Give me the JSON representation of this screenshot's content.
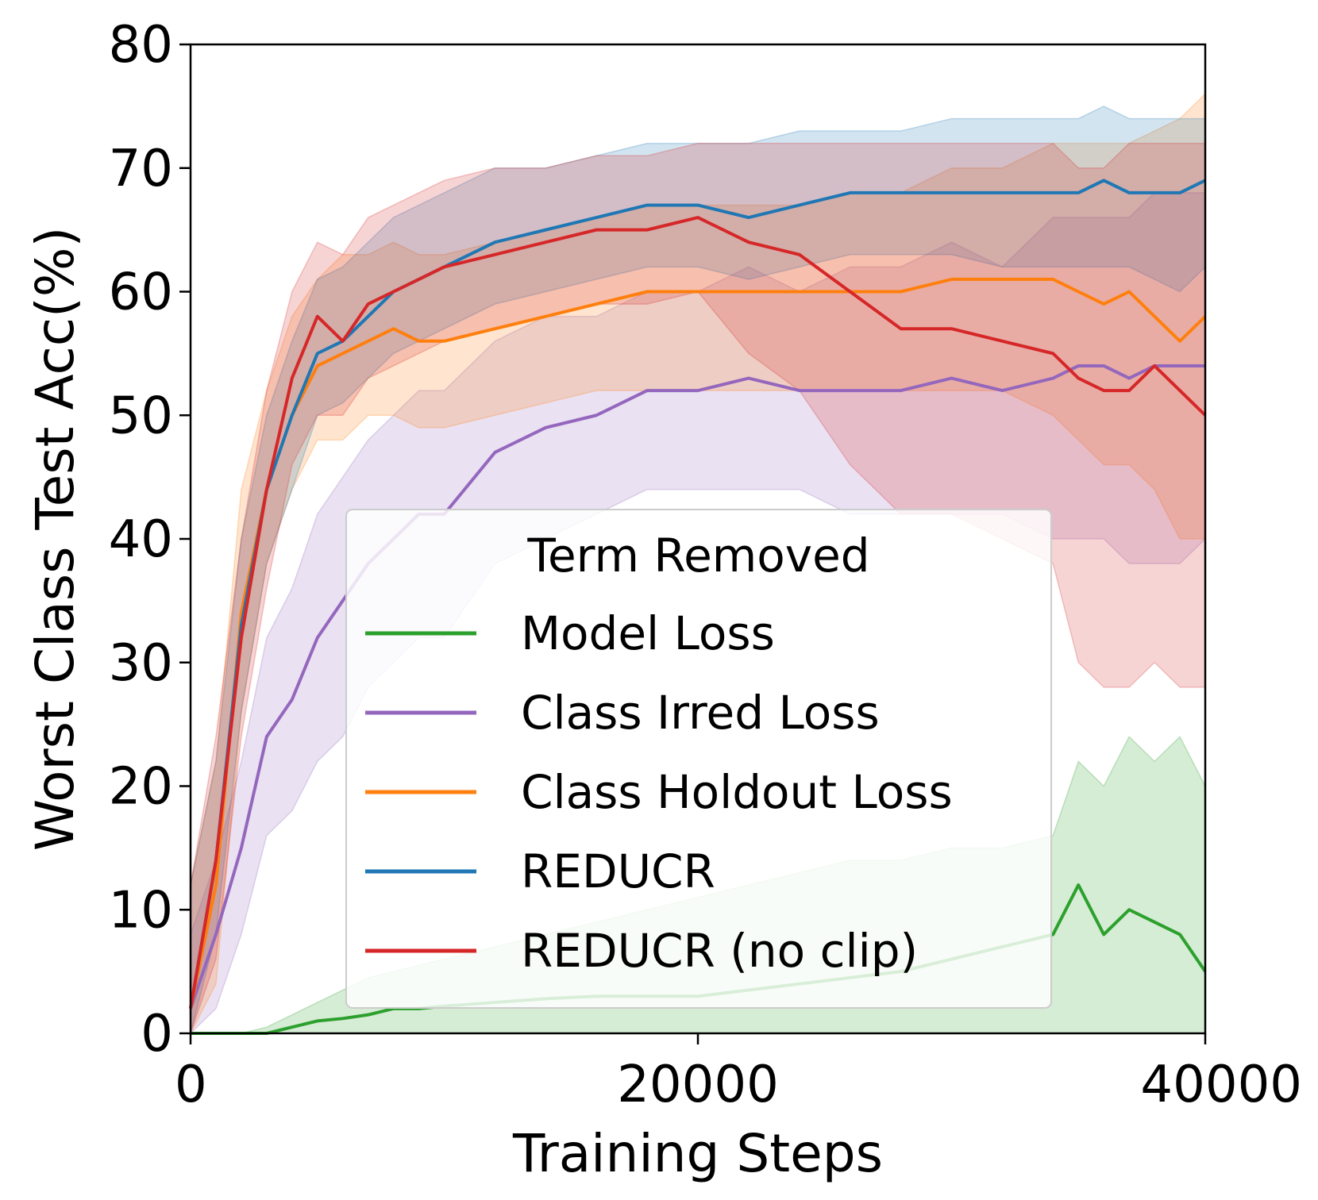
{
  "chart_data": {
    "type": "line",
    "title": "",
    "xlabel": "Training Steps",
    "ylabel": "Worst Class Test Acc(%)",
    "xlim": [
      0,
      40000
    ],
    "ylim": [
      0,
      80
    ],
    "xticks": [
      0,
      20000,
      40000
    ],
    "yticks": [
      0,
      10,
      20,
      30,
      40,
      50,
      60,
      70,
      80
    ],
    "grid": false,
    "shaded_bands": true,
    "legend": {
      "title": "Term Removed",
      "placement": "center"
    },
    "x": [
      0,
      1000,
      2000,
      3000,
      4000,
      5000,
      6000,
      7000,
      8000,
      9000,
      10000,
      12000,
      14000,
      16000,
      18000,
      20000,
      22000,
      24000,
      26000,
      28000,
      30000,
      32000,
      34000,
      35000,
      36000,
      37000,
      38000,
      39000,
      40000
    ],
    "series": [
      {
        "name": "Model Loss",
        "color": "#2ca02c",
        "values": [
          0,
          0,
          0,
          0,
          0.5,
          1,
          1.2,
          1.5,
          2,
          2,
          2.2,
          2.5,
          2.8,
          3,
          3,
          3,
          3.5,
          4,
          4.5,
          5,
          6,
          7,
          8,
          12,
          8,
          10,
          9,
          8,
          5
        ],
        "band": [
          [
            0,
            0
          ],
          [
            0,
            0
          ],
          [
            0,
            0
          ],
          [
            0,
            0.5
          ],
          [
            0,
            1.5
          ],
          [
            0,
            2.5
          ],
          [
            0,
            3.5
          ],
          [
            0,
            4.5
          ],
          [
            0,
            5
          ],
          [
            0,
            5.5
          ],
          [
            0,
            6
          ],
          [
            0,
            7
          ],
          [
            0,
            8
          ],
          [
            0,
            9
          ],
          [
            0,
            10
          ],
          [
            0,
            11
          ],
          [
            0,
            12
          ],
          [
            0,
            13
          ],
          [
            0,
            14
          ],
          [
            0,
            14
          ],
          [
            0,
            15
          ],
          [
            0,
            15
          ],
          [
            0,
            16
          ],
          [
            0,
            22
          ],
          [
            0,
            20
          ],
          [
            0,
            24
          ],
          [
            0,
            22
          ],
          [
            0,
            24
          ],
          [
            0,
            20
          ]
        ]
      },
      {
        "name": "Class Irred Loss",
        "color": "#9467bd",
        "values": [
          2,
          8,
          15,
          24,
          27,
          32,
          35,
          38,
          40,
          42,
          42,
          47,
          49,
          50,
          52,
          52,
          53,
          52,
          52,
          52,
          53,
          52,
          53,
          54,
          54,
          53,
          54,
          54,
          54
        ],
        "band": [
          [
            0,
            8
          ],
          [
            2,
            14
          ],
          [
            8,
            22
          ],
          [
            16,
            32
          ],
          [
            18,
            36
          ],
          [
            22,
            42
          ],
          [
            24,
            45
          ],
          [
            28,
            48
          ],
          [
            30,
            50
          ],
          [
            32,
            52
          ],
          [
            32,
            52
          ],
          [
            38,
            56
          ],
          [
            40,
            58
          ],
          [
            42,
            58
          ],
          [
            44,
            60
          ],
          [
            44,
            60
          ],
          [
            44,
            62
          ],
          [
            44,
            60
          ],
          [
            42,
            62
          ],
          [
            42,
            62
          ],
          [
            42,
            64
          ],
          [
            42,
            62
          ],
          [
            40,
            66
          ],
          [
            40,
            66
          ],
          [
            40,
            66
          ],
          [
            38,
            66
          ],
          [
            38,
            68
          ],
          [
            38,
            68
          ],
          [
            40,
            68
          ]
        ]
      },
      {
        "name": "Class Holdout Loss",
        "color": "#ff7f0e",
        "values": [
          2,
          12,
          34,
          44,
          50,
          54,
          55,
          56,
          57,
          56,
          56,
          57,
          58,
          59,
          60,
          60,
          60,
          60,
          60,
          60,
          61,
          61,
          61,
          60,
          59,
          60,
          58,
          56,
          58
        ],
        "band": [
          [
            0,
            12
          ],
          [
            4,
            22
          ],
          [
            26,
            44
          ],
          [
            38,
            52
          ],
          [
            44,
            58
          ],
          [
            48,
            61
          ],
          [
            48,
            63
          ],
          [
            50,
            63
          ],
          [
            50,
            64
          ],
          [
            49,
            63
          ],
          [
            49,
            63
          ],
          [
            50,
            64
          ],
          [
            51,
            65
          ],
          [
            52,
            66
          ],
          [
            52,
            67
          ],
          [
            52,
            67
          ],
          [
            52,
            67
          ],
          [
            52,
            67
          ],
          [
            52,
            68
          ],
          [
            52,
            68
          ],
          [
            52,
            70
          ],
          [
            52,
            70
          ],
          [
            50,
            72
          ],
          [
            48,
            72
          ],
          [
            46,
            72
          ],
          [
            46,
            72
          ],
          [
            44,
            73
          ],
          [
            40,
            74
          ],
          [
            40,
            76
          ]
        ]
      },
      {
        "name": "REDUCR",
        "color": "#1f77b4",
        "values": [
          2,
          14,
          33,
          44,
          50,
          55,
          56,
          58,
          60,
          61,
          62,
          64,
          65,
          66,
          67,
          67,
          66,
          67,
          68,
          68,
          68,
          68,
          68,
          68,
          69,
          68,
          68,
          68,
          69
        ],
        "band": [
          [
            0,
            12
          ],
          [
            8,
            22
          ],
          [
            26,
            40
          ],
          [
            38,
            50
          ],
          [
            44,
            56
          ],
          [
            50,
            61
          ],
          [
            51,
            62
          ],
          [
            53,
            64
          ],
          [
            55,
            66
          ],
          [
            56,
            67
          ],
          [
            57,
            68
          ],
          [
            59,
            70
          ],
          [
            60,
            70
          ],
          [
            61,
            71
          ],
          [
            62,
            72
          ],
          [
            62,
            72
          ],
          [
            61,
            72
          ],
          [
            62,
            73
          ],
          [
            63,
            73
          ],
          [
            63,
            73
          ],
          [
            63,
            74
          ],
          [
            62,
            74
          ],
          [
            62,
            74
          ],
          [
            62,
            74
          ],
          [
            62,
            75
          ],
          [
            62,
            74
          ],
          [
            61,
            74
          ],
          [
            60,
            74
          ],
          [
            62,
            74
          ]
        ]
      },
      {
        "name": "REDUCR (no clip)",
        "color": "#d62728",
        "values": [
          2,
          14,
          32,
          44,
          53,
          58,
          56,
          59,
          60,
          61,
          62,
          63,
          64,
          65,
          65,
          66,
          64,
          63,
          60,
          57,
          57,
          56,
          55,
          53,
          52,
          52,
          54,
          52,
          50
        ],
        "band": [
          [
            0,
            12
          ],
          [
            6,
            24
          ],
          [
            24,
            40
          ],
          [
            36,
            52
          ],
          [
            46,
            60
          ],
          [
            50,
            64
          ],
          [
            50,
            63
          ],
          [
            53,
            66
          ],
          [
            54,
            67
          ],
          [
            55,
            68
          ],
          [
            56,
            69
          ],
          [
            57,
            70
          ],
          [
            58,
            70
          ],
          [
            59,
            71
          ],
          [
            59,
            71
          ],
          [
            60,
            72
          ],
          [
            55,
            72
          ],
          [
            52,
            72
          ],
          [
            46,
            72
          ],
          [
            42,
            72
          ],
          [
            42,
            72
          ],
          [
            40,
            72
          ],
          [
            38,
            72
          ],
          [
            30,
            70
          ],
          [
            28,
            70
          ],
          [
            28,
            72
          ],
          [
            30,
            72
          ],
          [
            28,
            72
          ],
          [
            28,
            72
          ]
        ]
      }
    ]
  }
}
